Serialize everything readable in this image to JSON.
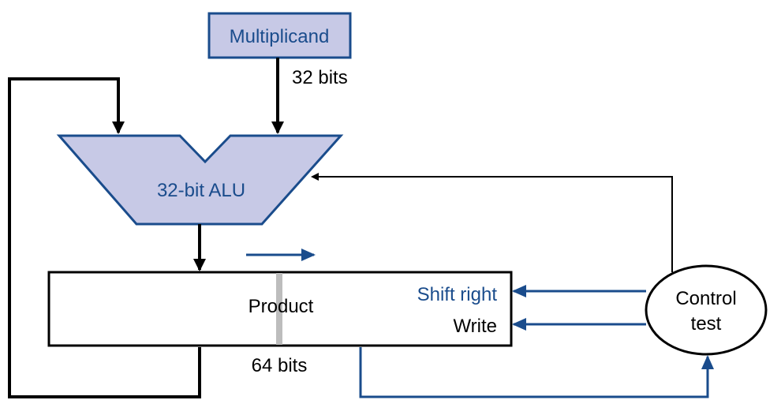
{
  "diagram": {
    "multiplicand_label": "Multiplicand",
    "multiplicand_width_label": "32 bits",
    "alu_label": "32-bit ALU",
    "product_label": "Product",
    "product_width_label": "64 bits",
    "shift_right_label": "Shift right",
    "write_label": "Write",
    "control_label_line1": "Control",
    "control_label_line2": "test"
  },
  "colors": {
    "block_fill": "#c7c9e6",
    "block_stroke": "#1a4c8c",
    "control_line": "#1a4c8c",
    "data_line": "#000000",
    "divider": "#bdbdbd"
  }
}
